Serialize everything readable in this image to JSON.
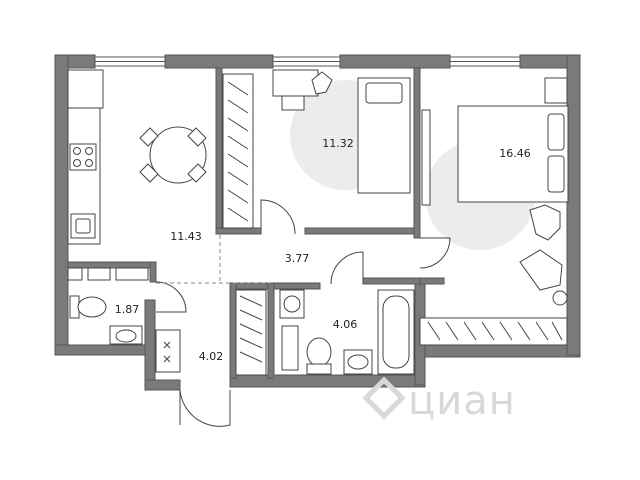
{
  "floor_plan": {
    "rooms": [
      {
        "id": "kitchen",
        "area": "11.43"
      },
      {
        "id": "bedroom-small",
        "area": "11.32"
      },
      {
        "id": "bedroom-large",
        "area": "16.46"
      },
      {
        "id": "hall",
        "area": "3.77"
      },
      {
        "id": "wc",
        "area": "1.87"
      },
      {
        "id": "bathroom",
        "area": "4.06"
      },
      {
        "id": "entrance",
        "area": "4.02"
      }
    ]
  },
  "watermark": {
    "text": "циан"
  },
  "colors": {
    "wall": "#7a7a7a",
    "wall_outline": "#555555",
    "accent_circle": "#ececec",
    "fixture": "#444444"
  }
}
